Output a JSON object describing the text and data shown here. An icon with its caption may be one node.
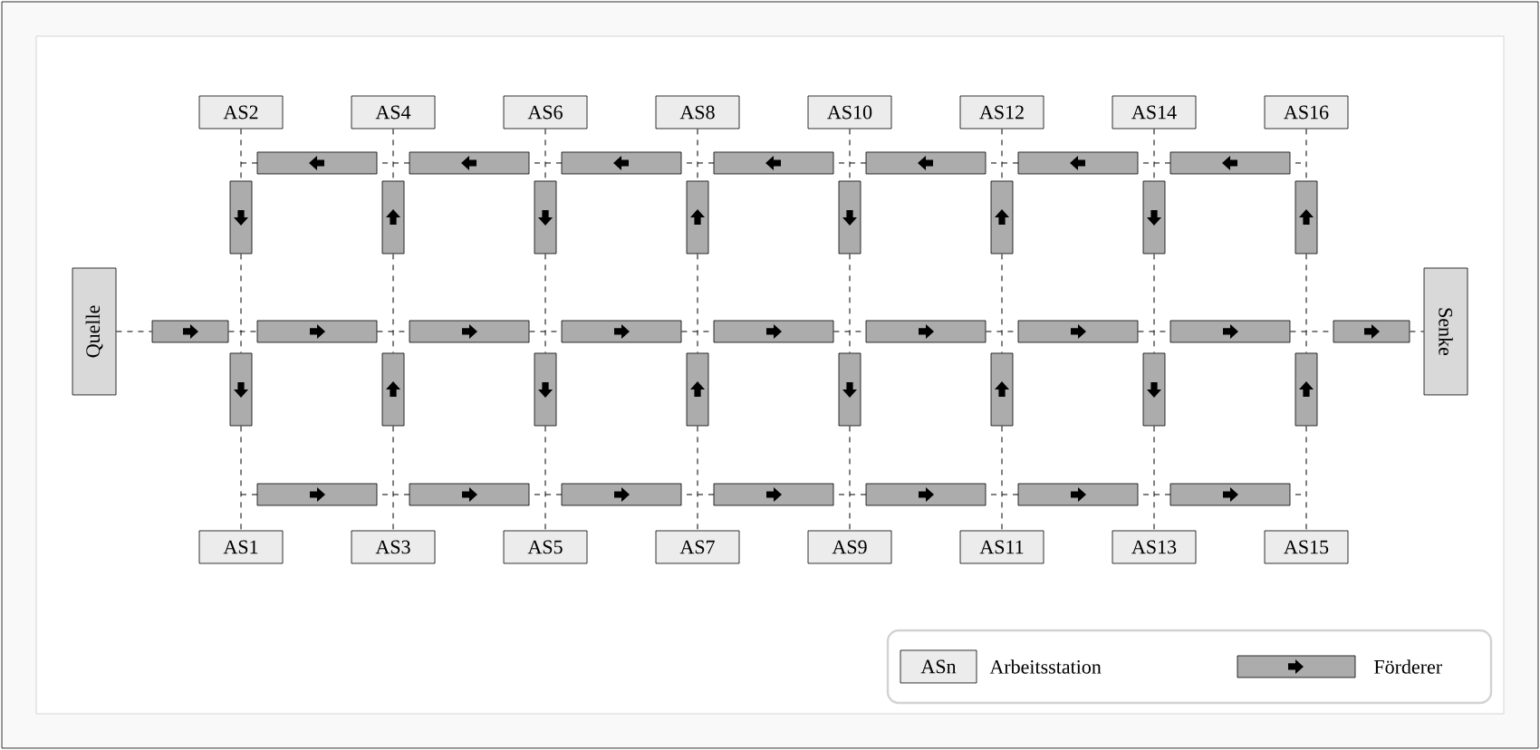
{
  "diagram": {
    "nodes": [
      {
        "text": [
          "AS2"
        ]
      },
      {
        "text": [
          "AS4"
        ]
      },
      {
        "text": [
          "AS6"
        ]
      },
      {
        "text": [
          "AS8"
        ]
      },
      {
        "text": [
          "AS10"
        ]
      },
      {
        "text": [
          "AS12"
        ]
      },
      {
        "text": [
          "AS14"
        ]
      },
      {
        "text": [
          "AS16"
        ]
      },
      {
        "text": [],
        "shape": "bar"
      },
      {
        "text": [],
        "shape": "bar"
      },
      {
        "text": [],
        "shape": "bar"
      },
      {
        "text": [],
        "shape": "bar"
      },
      {
        "text": [],
        "shape": "bar"
      },
      {
        "text": [],
        "shape": "bar"
      },
      {
        "text": [],
        "shape": "bar"
      },
      {
        "text": [],
        "shape": "bar"
      },
      {
        "text": [],
        "shape": "bar"
      },
      {
        "text": [],
        "shape": "bar"
      },
      {
        "text": [],
        "shape": "bar"
      },
      {
        "text": [],
        "shape": "bar"
      },
      {
        "text": [],
        "shape": "bar"
      },
      {
        "text": [],
        "shape": "bar"
      },
      {
        "text": [],
        "shape": "bar"
      },
      {
        "text": [
          "Quelle"
        ]
      },
      {
        "text": [],
        "shape": "bar"
      },
      {
        "text": [],
        "shape": "bar"
      },
      {
        "text": [],
        "shape": "bar"
      },
      {
        "text": [],
        "shape": "bar"
      },
      {
        "text": [],
        "shape": "bar"
      },
      {
        "text": [],
        "shape": "bar"
      },
      {
        "text": [],
        "shape": "bar"
      },
      {
        "text": [],
        "shape": "bar"
      },
      {
        "text": [],
        "shape": "bar"
      },
      {
        "text": [
          "Senke"
        ]
      },
      {
        "text": [],
        "shape": "bar"
      },
      {
        "text": [],
        "shape": "bar"
      },
      {
        "text": [],
        "shape": "bar"
      },
      {
        "text": [],
        "shape": "bar"
      },
      {
        "text": [],
        "shape": "bar"
      },
      {
        "text": [],
        "shape": "bar"
      },
      {
        "text": [],
        "shape": "bar"
      },
      {
        "text": [],
        "shape": "bar"
      },
      {
        "text": [],
        "shape": "bar"
      },
      {
        "text": [],
        "shape": "bar"
      },
      {
        "text": [],
        "shape": "bar"
      },
      {
        "text": [],
        "shape": "bar"
      },
      {
        "text": [],
        "shape": "bar"
      },
      {
        "text": [],
        "shape": "bar"
      },
      {
        "text": [],
        "shape": "bar"
      },
      {
        "text": [
          "AS1"
        ]
      },
      {
        "text": [
          "AS3"
        ]
      },
      {
        "text": [
          "AS5"
        ]
      },
      {
        "text": [
          "AS7"
        ]
      },
      {
        "text": [
          "AS9"
        ]
      },
      {
        "text": [
          "AS11"
        ]
      },
      {
        "text": [
          "AS13"
        ]
      },
      {
        "text": [
          "AS15"
        ]
      }
    ],
    "edges": [
      {
        "from": 0,
        "to": 15,
        "arrow": "none",
        "style": "dashed"
      },
      {
        "from": 1,
        "to": 16,
        "arrow": "none",
        "style": "dashed"
      },
      {
        "from": 2,
        "to": 17,
        "arrow": "none",
        "style": "dashed"
      },
      {
        "from": 3,
        "to": 18,
        "arrow": "none",
        "style": "dashed"
      },
      {
        "from": 4,
        "to": 19,
        "arrow": "none",
        "style": "dashed"
      },
      {
        "from": 5,
        "to": 20,
        "arrow": "none",
        "style": "dashed"
      },
      {
        "from": 6,
        "to": 21,
        "arrow": "none",
        "style": "dashed"
      },
      {
        "from": 7,
        "to": 22,
        "arrow": "none",
        "style": "dashed"
      },
      {
        "from": 23,
        "to": 24,
        "arrow": "none",
        "style": "dashed"
      },
      {
        "from": 24,
        "to": 25,
        "arrow": "none",
        "style": "dashed"
      },
      {
        "from": 25,
        "to": 26,
        "arrow": "none",
        "style": "dashed"
      },
      {
        "from": 26,
        "to": 27,
        "arrow": "none",
        "style": "dashed"
      },
      {
        "from": 27,
        "to": 28,
        "arrow": "none",
        "style": "dashed"
      },
      {
        "from": 28,
        "to": 29,
        "arrow": "none",
        "style": "dashed"
      },
      {
        "from": 29,
        "to": 30,
        "arrow": "none",
        "style": "dashed"
      },
      {
        "from": 30,
        "to": 31,
        "arrow": "none",
        "style": "dashed"
      },
      {
        "from": 31,
        "to": 32,
        "arrow": "none",
        "style": "dashed"
      },
      {
        "from": 32,
        "to": 33,
        "arrow": "none",
        "style": "dashed"
      },
      {
        "from": 15,
        "to": 34,
        "arrow": "none",
        "style": "dashed"
      },
      {
        "from": 16,
        "to": 35,
        "arrow": "none",
        "style": "dashed"
      },
      {
        "from": 17,
        "to": 36,
        "arrow": "none",
        "style": "dashed"
      },
      {
        "from": 18,
        "to": 37,
        "arrow": "none",
        "style": "dashed"
      },
      {
        "from": 19,
        "to": 38,
        "arrow": "none",
        "style": "dashed"
      },
      {
        "from": 20,
        "to": 39,
        "arrow": "none",
        "style": "dashed"
      },
      {
        "from": 21,
        "to": 40,
        "arrow": "none",
        "style": "dashed"
      },
      {
        "from": 22,
        "to": 41,
        "arrow": "none",
        "style": "dashed"
      },
      {
        "from": 34,
        "to": 49,
        "arrow": "none",
        "style": "dashed"
      },
      {
        "from": 35,
        "to": 50,
        "arrow": "none",
        "style": "dashed"
      },
      {
        "from": 36,
        "to": 51,
        "arrow": "none",
        "style": "dashed"
      },
      {
        "from": 37,
        "to": 52,
        "arrow": "none",
        "style": "dashed"
      },
      {
        "from": 38,
        "to": 53,
        "arrow": "none",
        "style": "dashed"
      },
      {
        "from": 39,
        "to": 54,
        "arrow": "none",
        "style": "dashed"
      },
      {
        "from": 40,
        "to": 55,
        "arrow": "none",
        "style": "dashed"
      },
      {
        "from": 41,
        "to": 56,
        "arrow": "none",
        "style": "dashed"
      }
    ],
    "labels": [
      "ASn"
    ],
    "legend": [
      {
        "text": "Arbeitsstation"
      },
      {
        "text": "Förderer"
      }
    ]
  }
}
